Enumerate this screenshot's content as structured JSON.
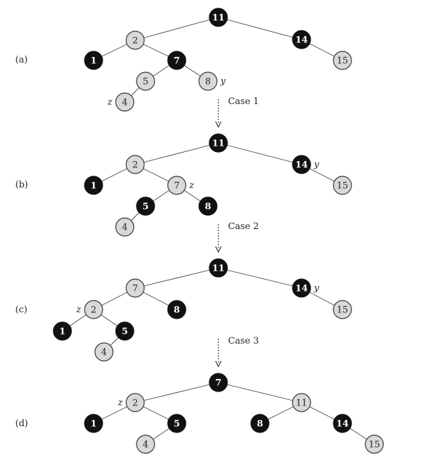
{
  "panels": [
    {
      "label": "(a)",
      "nodes": [
        {
          "key": "11",
          "color": "black"
        },
        {
          "key": "2",
          "color": "red"
        },
        {
          "key": "14",
          "color": "black"
        },
        {
          "key": "1",
          "color": "black"
        },
        {
          "key": "7",
          "color": "black"
        },
        {
          "key": "15",
          "color": "red"
        },
        {
          "key": "5",
          "color": "red"
        },
        {
          "key": "8",
          "color": "red",
          "tag": "y"
        },
        {
          "key": "4",
          "color": "red",
          "tag": "z"
        }
      ]
    },
    {
      "label": "(b)",
      "nodes": [
        {
          "key": "11",
          "color": "black"
        },
        {
          "key": "2",
          "color": "red"
        },
        {
          "key": "14",
          "color": "black",
          "tag": "y"
        },
        {
          "key": "1",
          "color": "black"
        },
        {
          "key": "7",
          "color": "red",
          "tag": "z"
        },
        {
          "key": "15",
          "color": "red"
        },
        {
          "key": "5",
          "color": "black"
        },
        {
          "key": "8",
          "color": "black"
        },
        {
          "key": "4",
          "color": "red"
        }
      ]
    },
    {
      "label": "(c)",
      "nodes": [
        {
          "key": "11",
          "color": "black"
        },
        {
          "key": "7",
          "color": "red"
        },
        {
          "key": "14",
          "color": "black",
          "tag": "y"
        },
        {
          "key": "2",
          "color": "red",
          "tag": "z"
        },
        {
          "key": "8",
          "color": "black"
        },
        {
          "key": "15",
          "color": "red"
        },
        {
          "key": "1",
          "color": "black"
        },
        {
          "key": "5",
          "color": "black"
        },
        {
          "key": "4",
          "color": "red"
        }
      ]
    },
    {
      "label": "(d)",
      "nodes": [
        {
          "key": "7",
          "color": "black"
        },
        {
          "key": "2",
          "color": "red",
          "tag": "z"
        },
        {
          "key": "11",
          "color": "red"
        },
        {
          "key": "1",
          "color": "black"
        },
        {
          "key": "5",
          "color": "black"
        },
        {
          "key": "8",
          "color": "black"
        },
        {
          "key": "14",
          "color": "black"
        },
        {
          "key": "4",
          "color": "red"
        },
        {
          "key": "15",
          "color": "red"
        }
      ]
    }
  ],
  "transitions": [
    "Case 1",
    "Case 2",
    "Case 3"
  ],
  "colors": {
    "black_node": "#111111",
    "red_node": "#d9d9d9",
    "edge": "#444444"
  }
}
